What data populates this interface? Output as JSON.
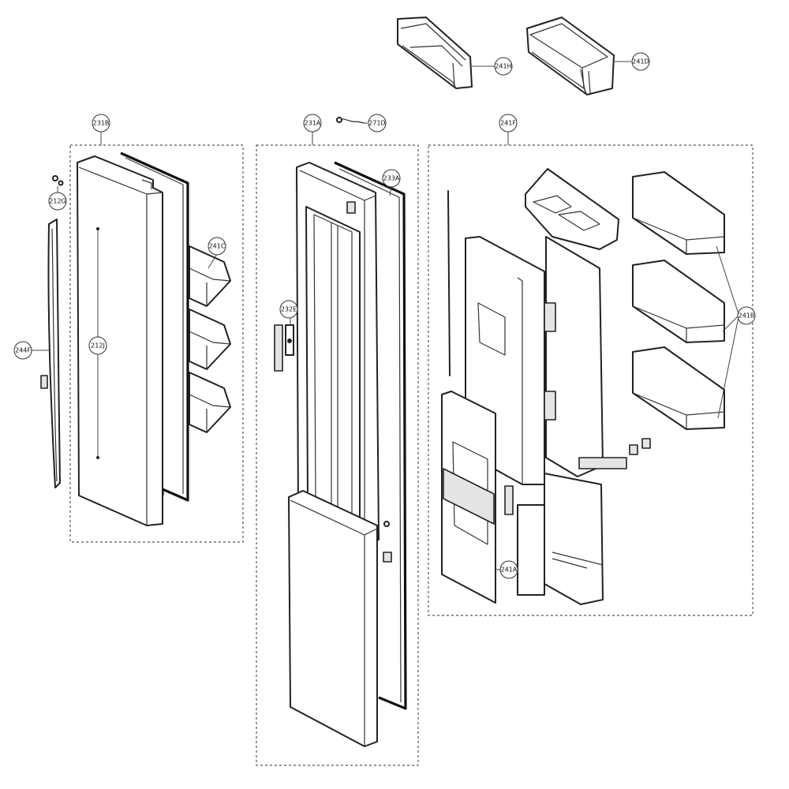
{
  "diagram": {
    "callouts": {
      "c241H": "241H",
      "c241D": "241D",
      "c231B": "231B",
      "c231A": "231A",
      "c271D": "271D",
      "c241F": "241F",
      "c233A": "233A",
      "c212G": "212G",
      "c241C": "241C",
      "c232E": "232E",
      "c241B": "241B",
      "c244F": "244F",
      "c212J": "212J",
      "c241A": "241A"
    }
  }
}
